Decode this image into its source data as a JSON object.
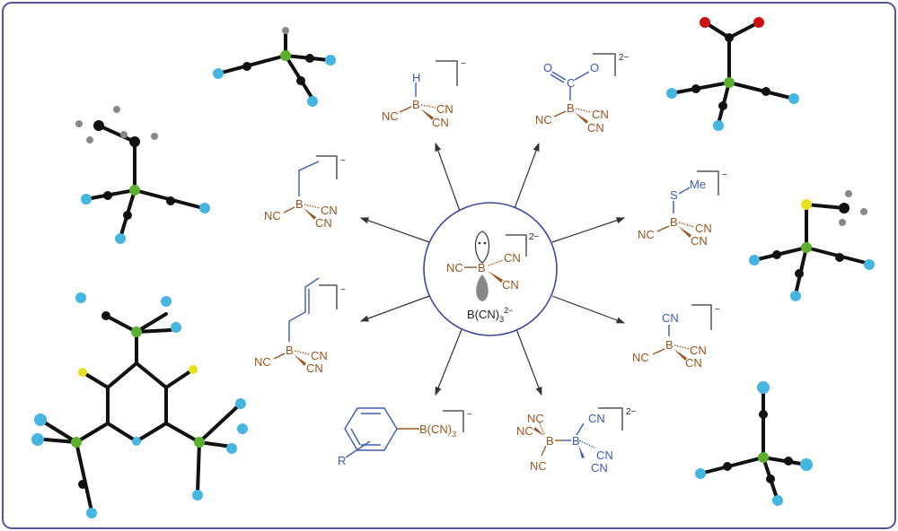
{
  "colors": {
    "boron_fragment": "#9a5520",
    "substituent": "#3d5cb3",
    "frame": "#55559f",
    "atom_B": "#5cb030",
    "atom_N": "#45b6e0",
    "atom_C": "#111111",
    "atom_H": "#888888",
    "atom_O": "#d01010",
    "atom_S": "#e6e020"
  },
  "center": {
    "nc": "NC",
    "b": "B",
    "cn1": "CN",
    "cn2": "CN",
    "charge": "2−",
    "label_main": "B(CN)",
    "label_sub": "3",
    "label_sup": "2−"
  },
  "hydride": {
    "h": "H",
    "b": "B",
    "nc": "NC",
    "cn1": "CN",
    "cn2": "CN",
    "charge": "−"
  },
  "carboxylate": {
    "o1": "O",
    "o2": "O",
    "c": "C",
    "b": "B",
    "nc": "NC",
    "cn1": "CN",
    "cn2": "CN",
    "charge": "2−"
  },
  "ethyl": {
    "b": "B",
    "nc": "NC",
    "cn1": "CN",
    "cn2": "CN",
    "charge": "−"
  },
  "thiomethyl": {
    "s": "S",
    "me": "Me",
    "b": "B",
    "nc": "NC",
    "cn1": "CN",
    "cn2": "CN",
    "charge": "−"
  },
  "allyl": {
    "b": "B",
    "nc": "NC",
    "cn1": "CN",
    "cn2": "CN",
    "charge": "−"
  },
  "cyano": {
    "cn_top": "CN",
    "b": "B",
    "nc": "NC",
    "cn1": "CN",
    "cn2": "CN",
    "charge": "−"
  },
  "aryl": {
    "r": "R",
    "b_main": "B(CN)",
    "b_sub": "3",
    "charge": "−"
  },
  "diborane": {
    "nc1": "NC",
    "nc2": "NC",
    "nc3": "NC",
    "b1": "B",
    "b2": "B",
    "cn1": "CN",
    "cn2": "CN",
    "cn3": "CN",
    "charge": "2−"
  }
}
